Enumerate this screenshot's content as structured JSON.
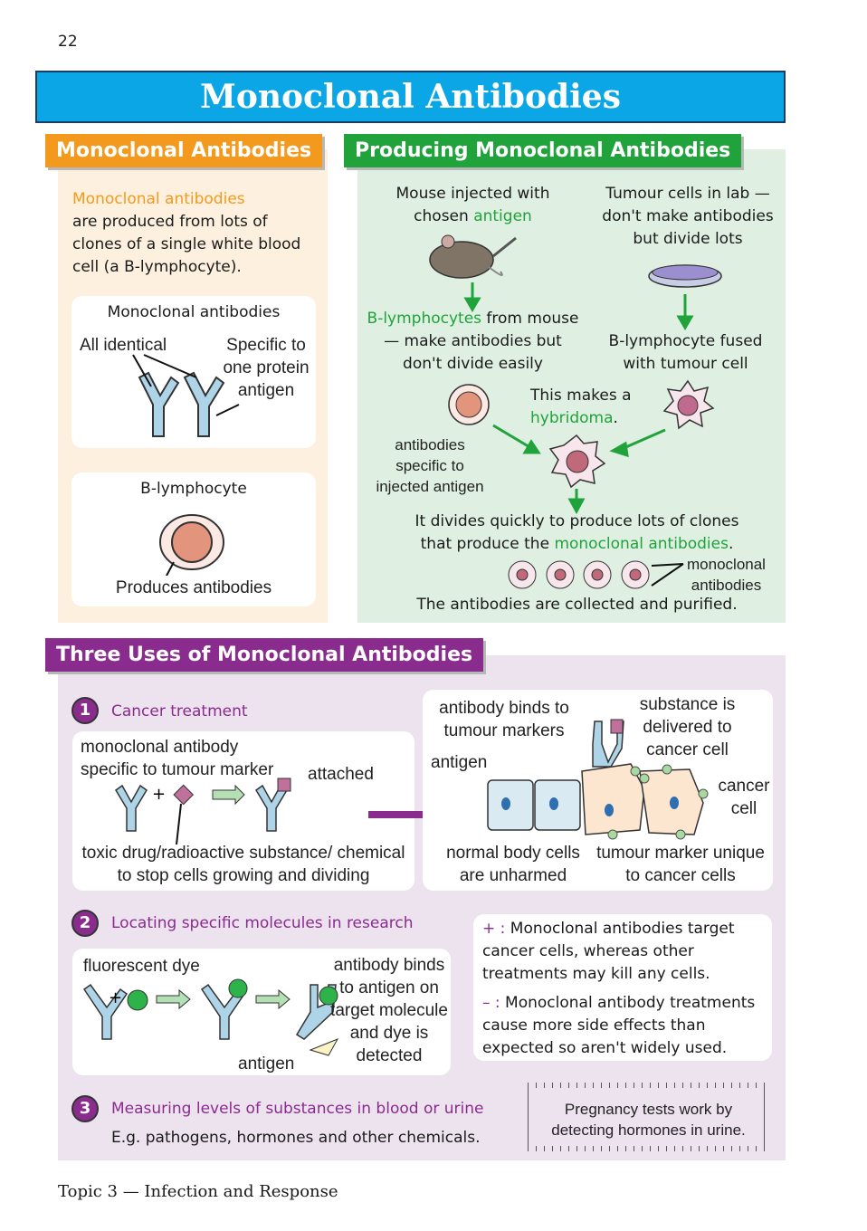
{
  "page_number": "22",
  "title": "Monoclonal Antibodies",
  "footer": "Topic 3 — Infection and Response",
  "left": {
    "heading": "Monoclonal Antibodies",
    "intro_highlight": "Monoclonal antibodies",
    "intro_rest": "are produced from lots of clones of a single white blood cell (a B-lymphocyte).",
    "box1_title": "Monoclonal antibodies",
    "label_identical": "All identical",
    "label_specific": "Specific to one protein antigen",
    "box2_title": "B-lymphocyte",
    "label_produces": "Produces antibodies"
  },
  "producing": {
    "heading": "Producing Monoclonal Antibodies",
    "mouse_a": "Mouse injected with",
    "mouse_b": "chosen ",
    "mouse_g": "antigen",
    "tumour": "Tumour cells in lab — don't make antibodies but divide lots",
    "blymph_g": "B-lymphocytes",
    "blymph_rest": " from mouse — make antibodies but don't divide easily",
    "fused": "B-lymphocyte fused with tumour cell",
    "makes_a": "This makes a",
    "makes_g": "hybridoma",
    "antibodies_label": "antibodies specific to injected antigen",
    "divides_a": "It divides quickly to produce lots of clones that produce the ",
    "divides_g": "monoclonal antibodies",
    "mono_label": "monoclonal antibodies",
    "collected": "The antibodies are collected and purified."
  },
  "uses": {
    "heading": "Three Uses of Monoclonal Antibodies",
    "use1": {
      "num": "1",
      "title": "Cancer treatment",
      "mono": "monoclonal antibody specific to tumour marker",
      "attached": "attached",
      "toxic": "toxic drug/radioactive substance/ chemical to stop cells growing and dividing",
      "binds": "antibody binds to tumour markers",
      "substance": "substance is delivered to cancer cell",
      "antigen": "antigen",
      "cancer": "cancer cell",
      "normal": "normal body cells are unharmed",
      "marker": "tumour marker unique to cancer cells"
    },
    "use2": {
      "num": "2",
      "title": "Locating specific molecules in research",
      "dye": "fluorescent dye",
      "binds": "antibody binds to antigen on target molecule and dye is detected",
      "antigen": "antigen"
    },
    "pros": {
      "plus": "+ :",
      "plus_text": "Monoclonal antibodies target cancer cells, whereas other treatments may kill any cells.",
      "minus": "– :",
      "minus_text": "Monoclonal antibody treatments cause more side effects than expected so aren't widely used."
    },
    "use3": {
      "num": "3",
      "title": "Measuring levels of substances in blood or urine",
      "eg": "E.g. pathogens, hormones and other chemicals."
    },
    "note": "Pregnancy tests work by detecting hormones in urine."
  }
}
